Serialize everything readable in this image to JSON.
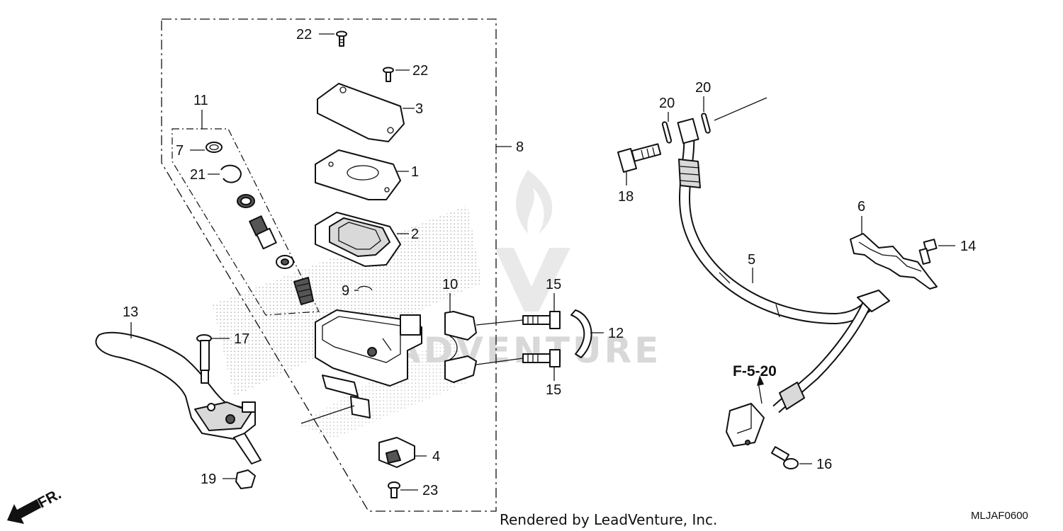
{
  "diagram": {
    "callouts": {
      "c1": "1",
      "c2": "2",
      "c3": "3",
      "c4": "4",
      "c5": "5",
      "c6": "6",
      "c7": "7",
      "c8": "8",
      "c9": "9",
      "c10": "10",
      "c11": "11",
      "c12": "12",
      "c13": "13",
      "c14": "14",
      "c15a": "15",
      "c15b": "15",
      "c16": "16",
      "c17": "17",
      "c18": "18",
      "c19": "19",
      "c20a": "20",
      "c20b": "20",
      "c21": "21",
      "c22a": "22",
      "c22b": "22",
      "c23": "23"
    },
    "reference": "F-5-20",
    "drawing_code": "MLJAF0600",
    "credit": "Rendered by LeadVenture, Inc.",
    "watermark": "ADVENTURE",
    "direction_label": "FR."
  }
}
